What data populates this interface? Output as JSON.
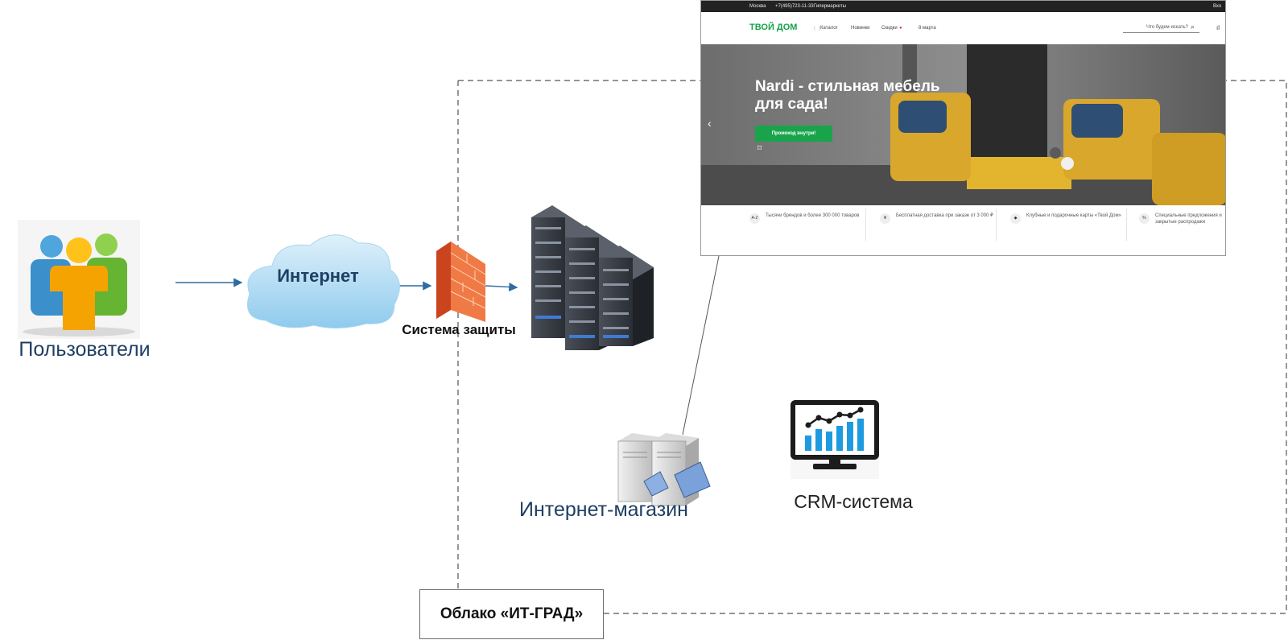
{
  "nodes": {
    "users": "Пользователи",
    "internet": "Интернет",
    "firewall": "Система защиты",
    "shop": "Интернет-магазин",
    "crm": "CRM-система",
    "cloud": "Облако «ИТ-ГРАД»"
  },
  "website": {
    "topbar": [
      "Москва",
      "+7(495)723-11-33",
      "Гипермаркеты",
      "Вхо"
    ],
    "logo": "ТВОЙ ДОМ",
    "nav": [
      "Каталог",
      "Новинки",
      "Скидки",
      "8 марта"
    ],
    "search_placeholder": "Что будем искать?",
    "hero_title": "Nardi - стильная мебель для сада!",
    "hero_button": "Промокод внутри!",
    "features": [
      {
        "icon": "A-Z",
        "text": "Тысячи брендов и более 300 000 товаров"
      },
      {
        "icon": "Ф",
        "text": "Бесплатная доставка при заказе от 3 000 ₽"
      },
      {
        "icon": "◆",
        "text": "Клубные и подарочные карты «Твой Дом»"
      },
      {
        "icon": "%",
        "text": "Специальные предложения и закрытые распродажи"
      }
    ]
  },
  "colors": {
    "arrow": "#2e6ca4",
    "label_blue": "#1f3f63",
    "brand_green": "#15a24a",
    "firewall": "#e8552a"
  }
}
